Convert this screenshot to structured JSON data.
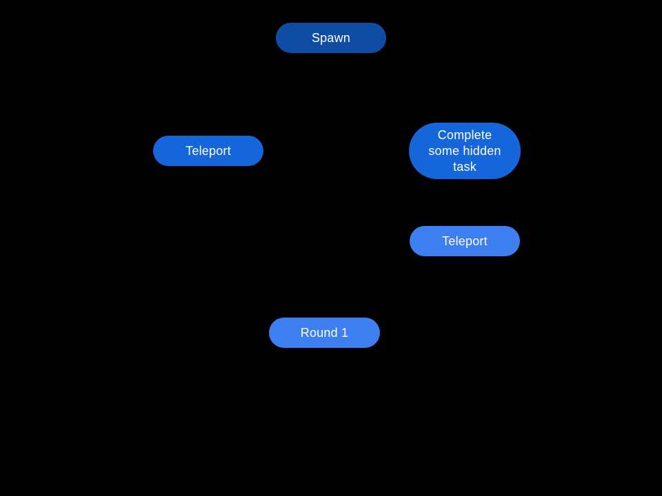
{
  "canvas": {
    "background_color": "#000000",
    "node_text_color": "#ffffff",
    "palette": {
      "dark_blue": "#0f4da4",
      "medium_blue": "#1565db",
      "light_blue": "#3d7ef0"
    }
  },
  "diagram": {
    "type": "flowchart",
    "nodes": [
      {
        "id": "spawn",
        "label": "Spawn",
        "lines": [
          "Spawn"
        ],
        "fill": "#0f4da4"
      },
      {
        "id": "teleport-left",
        "label": "Teleport",
        "lines": [
          "Teleport"
        ],
        "fill": "#1565db"
      },
      {
        "id": "complete-hidden-task",
        "label": "Complete some hidden task",
        "lines": [
          "Complete",
          "some hidden",
          "task"
        ],
        "fill": "#1565db"
      },
      {
        "id": "teleport-right",
        "label": "Teleport",
        "lines": [
          "Teleport"
        ],
        "fill": "#3d7ef0"
      },
      {
        "id": "round-1",
        "label": "Round 1",
        "lines": [
          "Round 1"
        ],
        "fill": "#3d7ef0"
      }
    ]
  }
}
